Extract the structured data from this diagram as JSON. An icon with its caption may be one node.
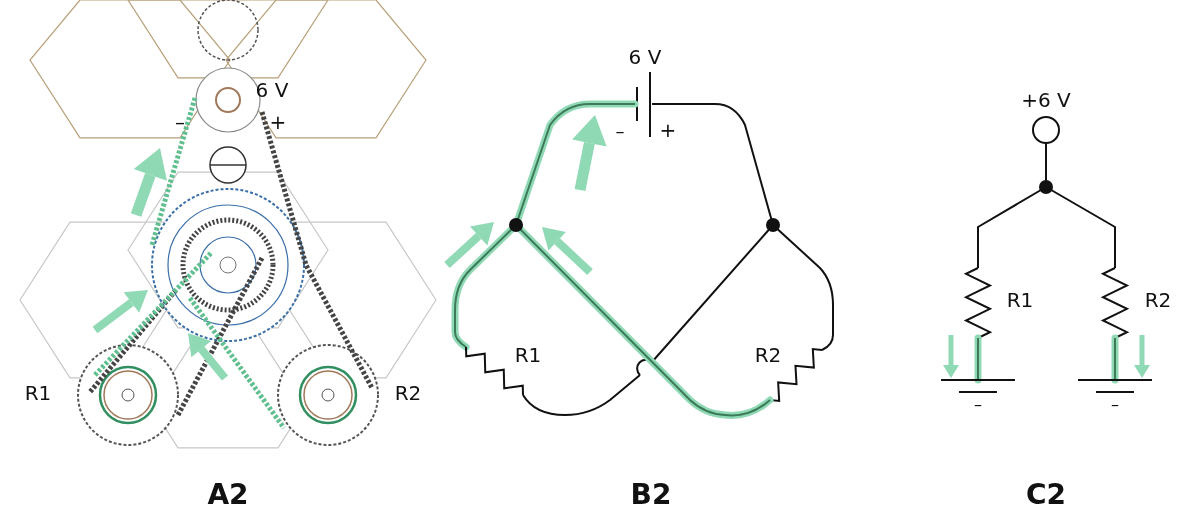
{
  "diagram": {
    "labels": [
      "6 V",
      "–",
      "+",
      "R1",
      "R2",
      "A2",
      "6 V",
      "–",
      "+",
      "R1",
      "R2",
      "B2",
      "+6 V",
      "R1",
      "R2",
      "–",
      "–",
      "C2"
    ]
  }
}
